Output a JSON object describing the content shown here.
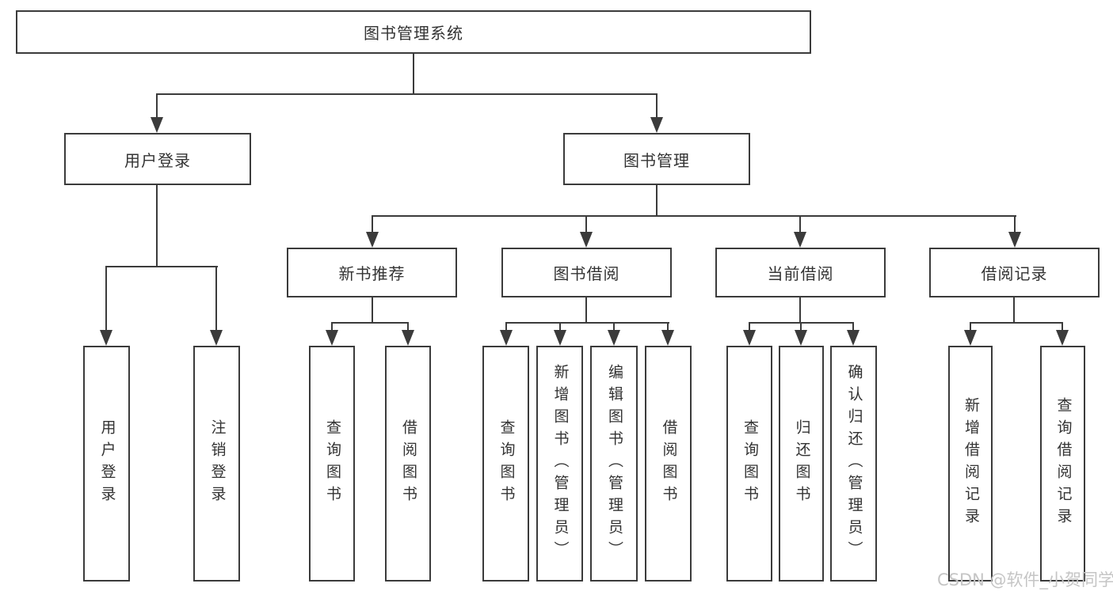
{
  "tree": {
    "root": {
      "label": "图书管理系统"
    },
    "branches": [
      {
        "label": "用户登录",
        "leaves": [
          {
            "label": "用户登录"
          },
          {
            "label": "注销登录"
          }
        ]
      },
      {
        "label": "图书管理",
        "groups": [
          {
            "label": "新书推荐",
            "leaves": [
              {
                "label": "查询图书"
              },
              {
                "label": "借阅图书"
              }
            ]
          },
          {
            "label": "图书借阅",
            "leaves": [
              {
                "label": "查询图书"
              },
              {
                "label": "新增图书（管理员）"
              },
              {
                "label": "编辑图书（管理员）"
              },
              {
                "label": "借阅图书"
              }
            ]
          },
          {
            "label": "当前借阅",
            "leaves": [
              {
                "label": "查询图书"
              },
              {
                "label": "归还图书"
              },
              {
                "label": "确认归还（管理员）"
              }
            ]
          },
          {
            "label": "借阅记录",
            "leaves": [
              {
                "label": "新增借阅记录"
              },
              {
                "label": "查询借阅记录"
              }
            ]
          }
        ]
      }
    ]
  },
  "watermark": {
    "text": "CSDN @软件_小贺同学"
  },
  "colors": {
    "line": "#3b3b3b",
    "text": "#333333",
    "background": "#ffffff",
    "watermark": "#c5c5c5"
  }
}
